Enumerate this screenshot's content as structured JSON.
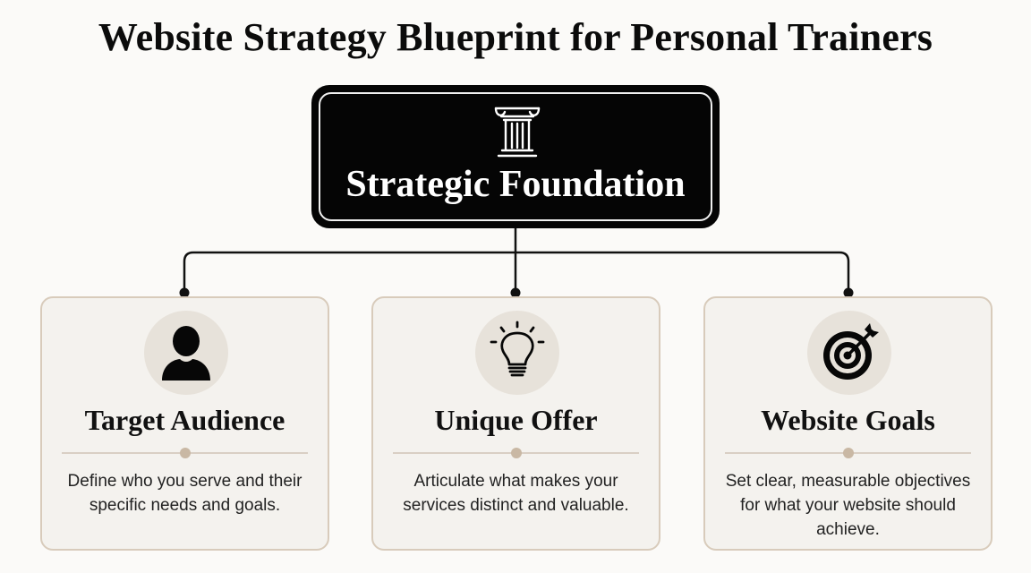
{
  "title": "Website Strategy Blueprint for Personal Trainers",
  "root": {
    "label": "Strategic Foundation",
    "icon": "pillar-icon"
  },
  "cards": [
    {
      "title": "Target Audience",
      "description": "Define who you serve and their specific needs and goals.",
      "icon": "person-icon"
    },
    {
      "title": "Unique Offer",
      "description": "Articulate what makes your services distinct and valuable.",
      "icon": "lightbulb-icon"
    },
    {
      "title": "Website Goals",
      "description": "Set clear, measurable objectives for what your website should achieve.",
      "icon": "target-icon"
    }
  ],
  "colors": {
    "background": "#fbfaf8",
    "root_fill": "#050505",
    "card_fill": "#f4f2ee",
    "card_border": "#d8cbbb",
    "icon_circle": "#e7e2da",
    "accent_dot": "#c9b8a4"
  }
}
